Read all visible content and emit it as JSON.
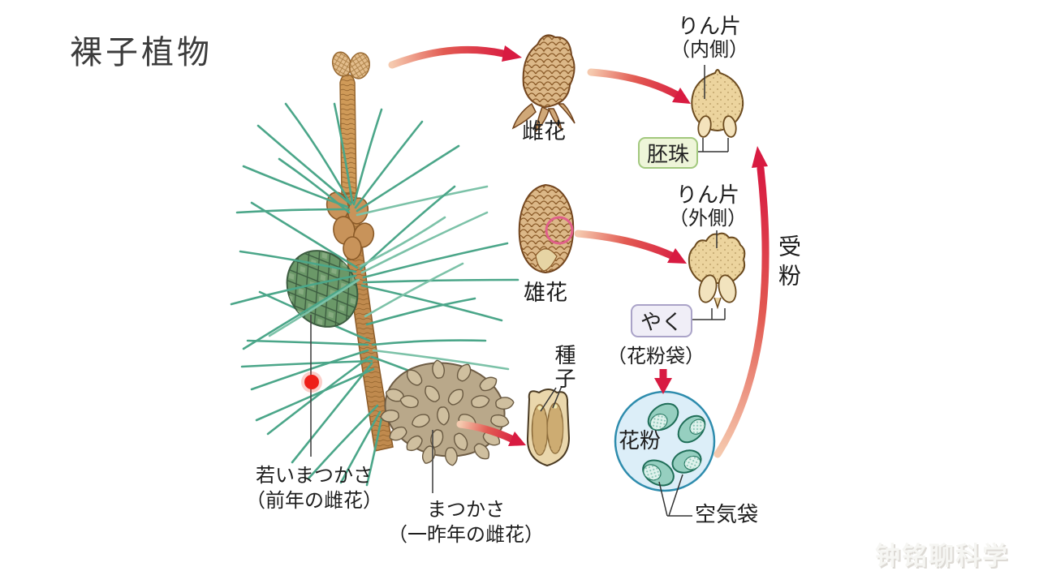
{
  "page": {
    "title": "裸子植物",
    "watermark": "钟铭聊科学"
  },
  "labels": {
    "female_flower": "雌花",
    "male_flower": "雄花",
    "seed": "種子",
    "scale_inner_line1": "りん片",
    "scale_inner_line2": "（内側）",
    "scale_outer_line1": "りん片",
    "scale_outer_line2": "（外側）",
    "ovule": "胚珠",
    "anther": "やく",
    "pollen_sac": "（花粉袋）",
    "pollen": "花粉",
    "air_sac": "空気袋",
    "pollination": "受粉",
    "young_pinecone_line1": "若いまつかさ",
    "young_pinecone_line2": "（前年の雌花）",
    "old_pinecone_line1": "まつかさ",
    "old_pinecone_line2": "（一昨年の雌花）"
  },
  "colors": {
    "arrow_red": "#d81b41",
    "arrow_tail": "#f5c9ae",
    "needle_green": "#4ba689",
    "cone_tan": "#dcb888",
    "scale_tan": "#ecd49e",
    "young_cone_green": "#6b9868",
    "mature_cone_brown": "#b9a88a",
    "ovule_box_bg": "#eef5d9",
    "ovule_box_border": "#a2c87e",
    "anther_box_bg": "#f0eef7",
    "anther_box_border": "#aaa3c8",
    "pollen_circle_bg": "#dceef8",
    "pollen_circle_border": "#2e8cad",
    "pollen_grain": "#96cfc0",
    "marker_dot": "#ee1f18"
  }
}
